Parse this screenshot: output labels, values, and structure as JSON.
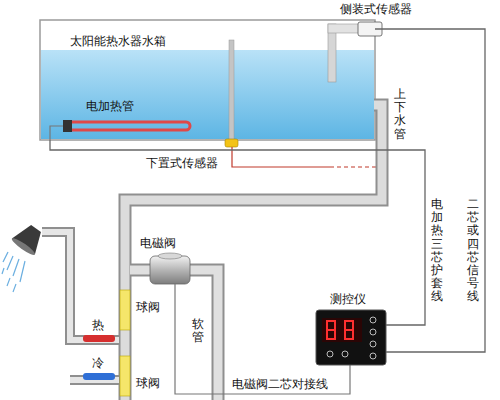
{
  "diagram": {
    "nodes": [
      {
        "text": [
          "太阳能热水器水箱"
        ]
      },
      {
        "text": [
          "测控仪"
        ]
      }
    ],
    "edges": [
      {
        "from": 0,
        "to": 1,
        "label": "电加热三芯护套线",
        "arrow": "none"
      },
      {
        "from": 0,
        "to": 1,
        "label": "二芯或四芯信号线",
        "arrow": "none"
      }
    ],
    "labels": [
      "侧装式传感器",
      "电加热管",
      "下置式传感器",
      "上下水管",
      "电磁阀",
      "热",
      "球阀",
      "冷",
      "球阀",
      "软管",
      "电磁阀二芯对接线"
    ]
  }
}
